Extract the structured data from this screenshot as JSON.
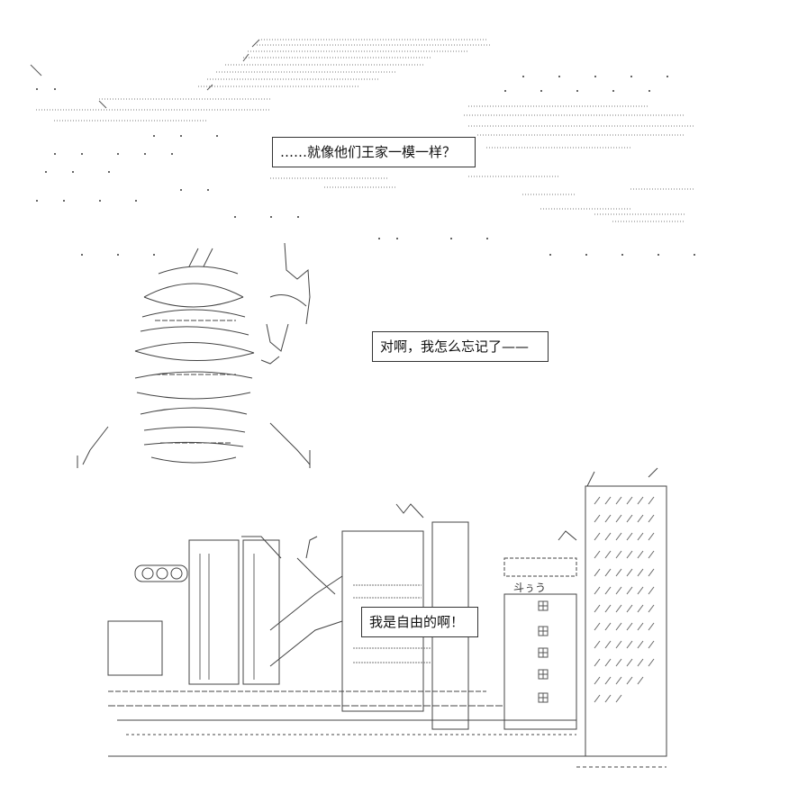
{
  "scene": {
    "bubbles": {
      "wangjia": "……就像他们王家一模一样？",
      "forgot": "对啊，我怎么忘记了——",
      "free": "我是自由的啊！"
    },
    "city_sign": "斗ぅう"
  }
}
